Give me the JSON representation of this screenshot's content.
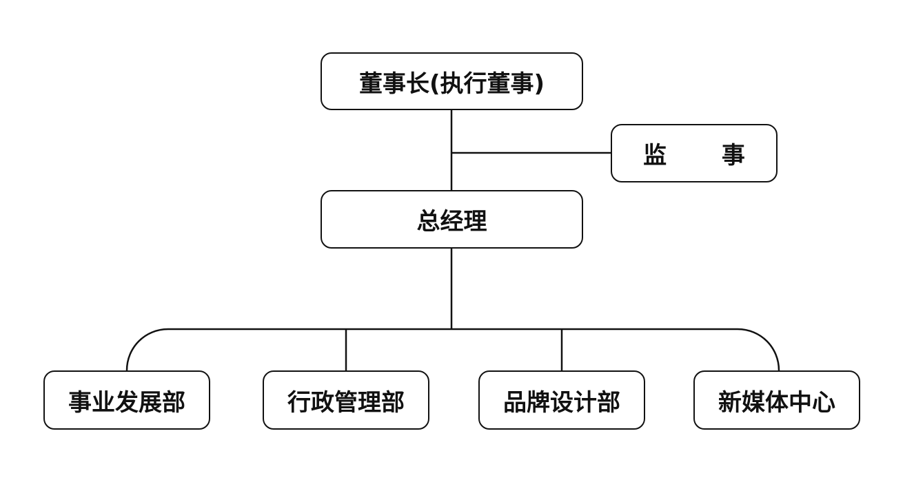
{
  "diagram": {
    "type": "org-chart",
    "line_color": "#111111",
    "box_border_color": "#111111",
    "background_color": "#ffffff",
    "nodes": {
      "chairman": "董事长(执行董事)",
      "supervisor": "监 事",
      "general_manager": "总经理",
      "departments": [
        "事业发展部",
        "行政管理部",
        "品牌设计部",
        "新媒体中心"
      ]
    },
    "edges": [
      [
        "chairman",
        "general_manager"
      ],
      [
        "chairman",
        "supervisor"
      ],
      [
        "general_manager",
        "事业发展部"
      ],
      [
        "general_manager",
        "行政管理部"
      ],
      [
        "general_manager",
        "品牌设计部"
      ],
      [
        "general_manager",
        "新媒体中心"
      ]
    ]
  }
}
